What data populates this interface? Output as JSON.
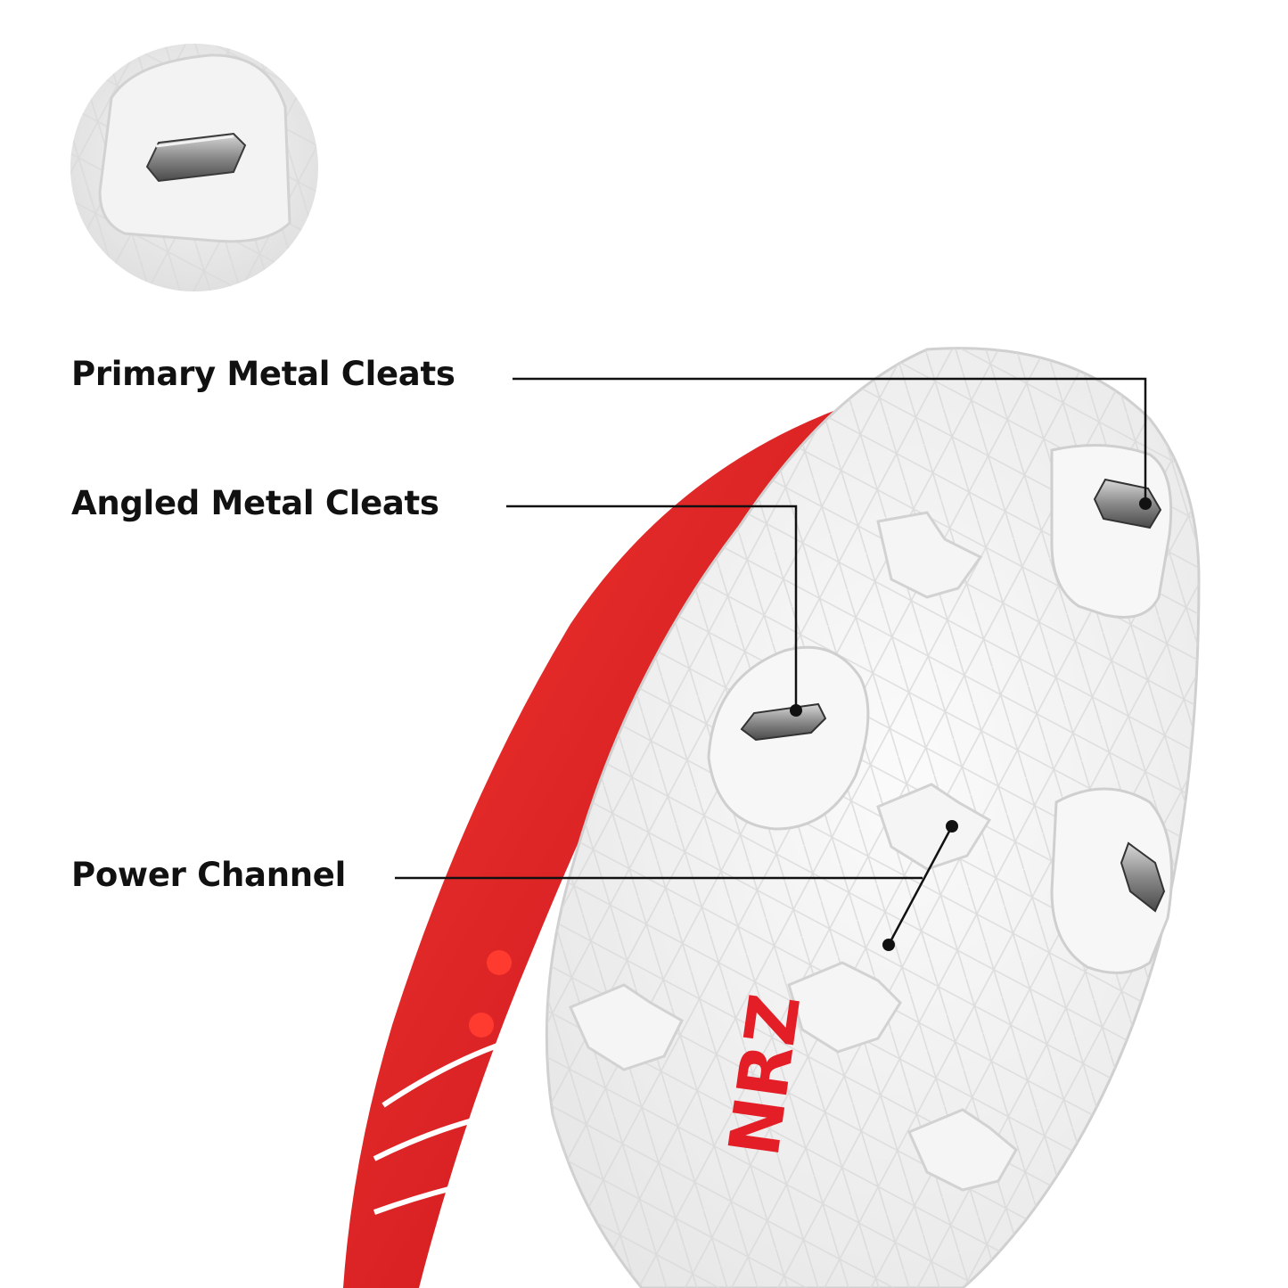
{
  "callouts": {
    "primary": {
      "label": "Primary Metal Cleats"
    },
    "angled": {
      "label": "Angled Metal Cleats"
    },
    "power": {
      "label": "Power Channel"
    }
  },
  "brand": {
    "sole_logo": "NRZ"
  },
  "colors": {
    "upper_red": "#e41e26",
    "sole_white": "#f4f4f4",
    "metal": "#9a9a9a",
    "line": "#111111"
  },
  "icons": {
    "detail_inset": "cleat-closeup-icon",
    "callout_dot": "callout-dot-icon"
  }
}
